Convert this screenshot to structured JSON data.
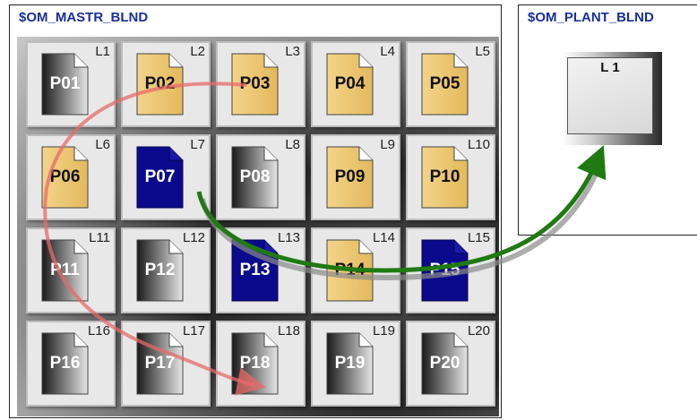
{
  "master": {
    "title": "$OM_MASTR_BLND",
    "slots": [
      {
        "slot": "L1",
        "part": "P01",
        "style": "gray"
      },
      {
        "slot": "L2",
        "part": "P02",
        "style": "tan"
      },
      {
        "slot": "L3",
        "part": "P03",
        "style": "tan"
      },
      {
        "slot": "L4",
        "part": "P04",
        "style": "tan"
      },
      {
        "slot": "L5",
        "part": "P05",
        "style": "tan"
      },
      {
        "slot": "L6",
        "part": "P06",
        "style": "tan"
      },
      {
        "slot": "L7",
        "part": "P07",
        "style": "blue"
      },
      {
        "slot": "L8",
        "part": "P08",
        "style": "gray"
      },
      {
        "slot": "L9",
        "part": "P09",
        "style": "tan"
      },
      {
        "slot": "L10",
        "part": "P10",
        "style": "tan"
      },
      {
        "slot": "L11",
        "part": "P11",
        "style": "gray"
      },
      {
        "slot": "L12",
        "part": "P12",
        "style": "gray"
      },
      {
        "slot": "L13",
        "part": "P13",
        "style": "blue"
      },
      {
        "slot": "L14",
        "part": "P14",
        "style": "tan"
      },
      {
        "slot": "L15",
        "part": "P15",
        "style": "blue"
      },
      {
        "slot": "L16",
        "part": "P16",
        "style": "gray"
      },
      {
        "slot": "L17",
        "part": "P17",
        "style": "gray"
      },
      {
        "slot": "L18",
        "part": "P18",
        "style": "gray"
      },
      {
        "slot": "L19",
        "part": "P19",
        "style": "gray"
      },
      {
        "slot": "L20",
        "part": "P20",
        "style": "gray"
      }
    ]
  },
  "plant": {
    "title": "$OM_PLANT_BLND",
    "slot_label": "L 1"
  },
  "colors": {
    "title": "#1a2f9c",
    "tan": "#f0cd7a",
    "blue": "#0b0a8c",
    "green_arrow": "#1f7a12",
    "red_arrow": "#e86a6a"
  }
}
